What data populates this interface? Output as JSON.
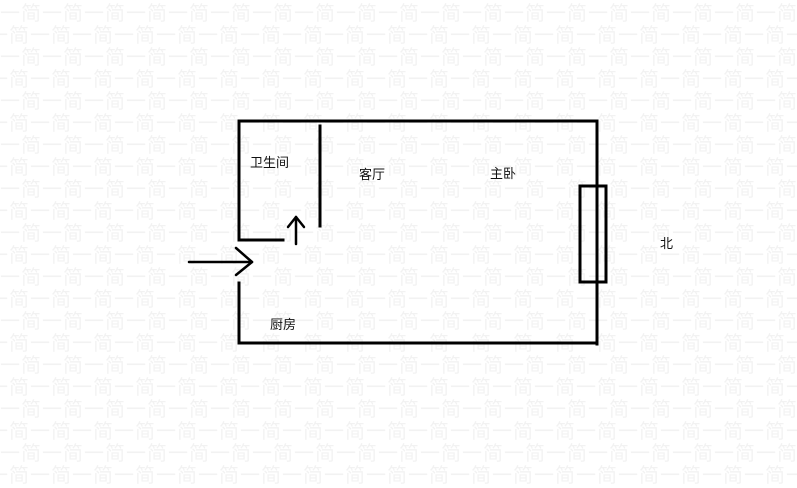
{
  "plan": {
    "rooms": {
      "bathroom": "卫生间",
      "living_room": "客厅",
      "master_bedroom": "主卧",
      "kitchen": "厨房"
    },
    "orientation": "北"
  },
  "watermark_pattern": "一简一简一简一简一简一简一简一简一简一简一简一简一简一简一简一简一简一简一简一简一简一简一简一简一简一简一简一简一简一简一简一简一简一简一简一简",
  "colors": {
    "wall": "#000000",
    "watermark": "rgba(0,0,0,0.05)"
  }
}
